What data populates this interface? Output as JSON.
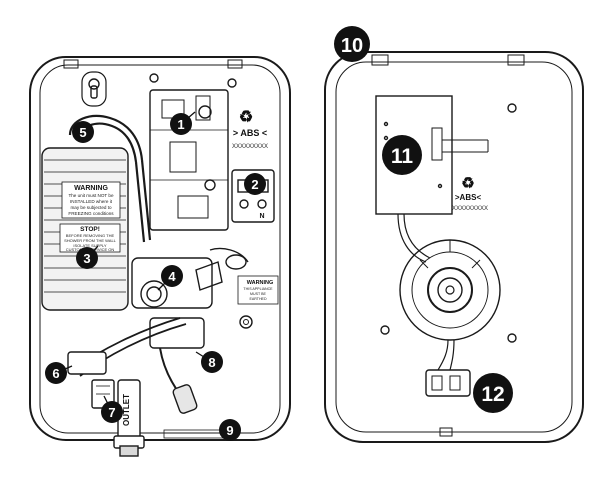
{
  "colors": {
    "line": "#1a1a1a",
    "callout_fill": "#111111",
    "callout_text": "#ffffff",
    "background": "#ffffff",
    "shade": "#d9d9d9"
  },
  "unit_front": {
    "recycle_mark": "♻",
    "material_label": "> ABS <",
    "serial_placeholder": "XXXXXXXXX",
    "warning_title": "WARNING",
    "warning_lines": [
      "The unit must NOT be",
      "INSTALLED where it",
      "may be subjected to",
      "FREEZING conditions"
    ],
    "stop_title": "STOP!",
    "stop_lines": [
      "BEFORE REMOVING THE",
      "SHOWER FROM THE WALL",
      "ISOLATE SUPPLY",
      "CUSTOMER SERVICE ON"
    ],
    "appliance_warning_title": "WARNING",
    "appliance_warning_lines": [
      "THIS APPLIANCE",
      "MUST BE",
      "EARTHED"
    ],
    "outlet_label": "OUTLET",
    "terminal_label": "N"
  },
  "unit_back": {
    "recycle_mark": "♻",
    "material_label": ">ABS<",
    "serial_placeholder": "XXXXXXXXX"
  },
  "callouts": [
    {
      "id": "1",
      "label": "1"
    },
    {
      "id": "2",
      "label": "2"
    },
    {
      "id": "3",
      "label": "3"
    },
    {
      "id": "4",
      "label": "4"
    },
    {
      "id": "5",
      "label": "5"
    },
    {
      "id": "6",
      "label": "6"
    },
    {
      "id": "7",
      "label": "7"
    },
    {
      "id": "8",
      "label": "8"
    },
    {
      "id": "9",
      "label": "9"
    },
    {
      "id": "10",
      "label": "10"
    },
    {
      "id": "11",
      "label": "11"
    },
    {
      "id": "12",
      "label": "12"
    }
  ]
}
